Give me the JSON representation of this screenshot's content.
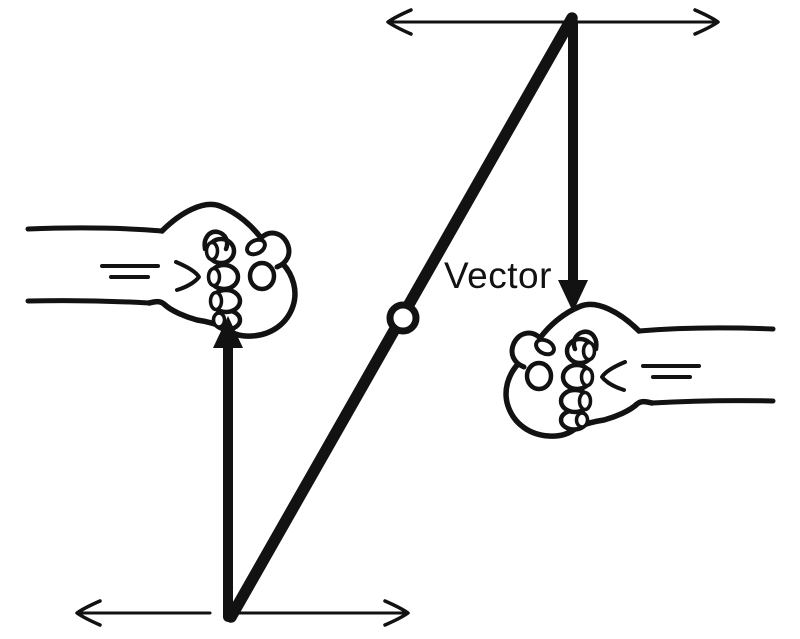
{
  "figure": {
    "label": "Vector",
    "ink_color": "#121212",
    "background_color": "#ffffff",
    "elements": {
      "rod": "vector-rod",
      "pivot": "pivot-circle",
      "force_up": "upward-force-arrow",
      "force_down": "downward-force-arrow",
      "span_top": "top-horizontal-double-arrow",
      "span_bottom": "bottom-horizontal-double-arrow",
      "hand_left": "left-fist-with-arm",
      "hand_right": "right-fist-with-arm",
      "marks_left": "left-arm-speed-marks",
      "marks_right": "right-arm-speed-marks"
    }
  }
}
